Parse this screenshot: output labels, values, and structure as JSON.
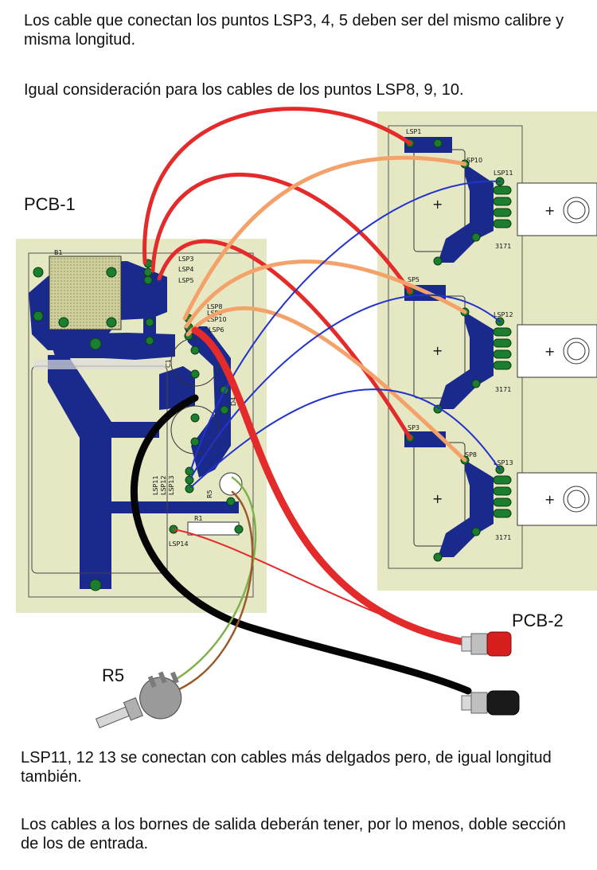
{
  "notes": {
    "top1": "Los cable que conectan los puntos LSP3, 4, 5 deben ser del mismo calibre y misma longitud.",
    "top2": "Igual consideración para los cables de los puntos LSP8, 9, 10.",
    "bottom1": "LSP11, 12 13 se conectan con cables más delgados pero, de igual longitud también.",
    "bottom2": "Los cables a los bornes de salida deberán tener, por lo menos, doble sección de los de entrada."
  },
  "labels": {
    "pcb1": "PCB-1",
    "pcb2": "PCB-2",
    "r5": "R5"
  },
  "pcb1_marks": {
    "b1": "B1",
    "lsp3": "LSP3",
    "lsp4": "LSP4",
    "lsp5": "LSP5",
    "lsp8": "LSP8",
    "lsp9": "LSP9",
    "lsp10": "LSP10",
    "lsp6": "LSP6",
    "lsp11": "LSP11",
    "lsp12": "LSP12",
    "lsp13": "LSP13",
    "lsp14": "LSP14",
    "c1": "C1",
    "r1": "R1",
    "r5": "R5",
    "d4": "D4"
  },
  "pcb2_marks": {
    "lsp1": "LSP1",
    "lsp5": "SP5",
    "lsp3": "SP3",
    "lsp10": "SP10",
    "lsp11": "LSP11",
    "lsp12": "LSP12",
    "lsp13": "LSP13",
    "p8": "SP8",
    "chip": "3171"
  },
  "colors": {
    "board": "#e6e8c4",
    "trace": "#1a2a8c",
    "pad": "#1b7d2e",
    "wire_red": "#e32b2b",
    "wire_orange": "#f5a26a",
    "wire_blue": "#2233cc",
    "wire_black": "#050505",
    "wire_green": "#7fb04a",
    "wire_brown": "#9b5a2a"
  }
}
